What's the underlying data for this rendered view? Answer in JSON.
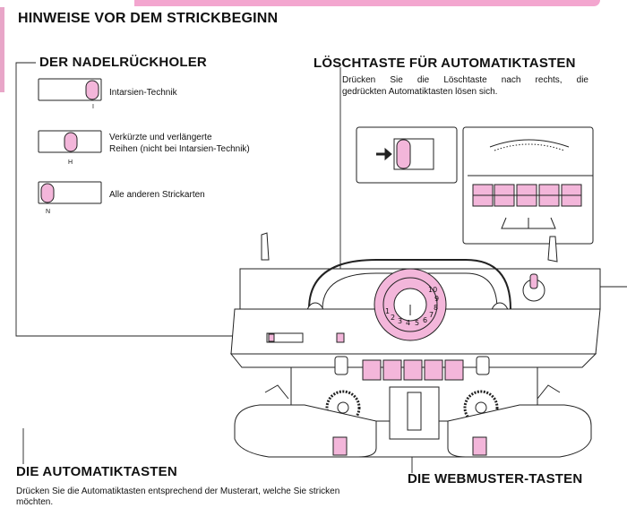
{
  "title": "HINWEISE VOR DEM STRICKBEGINN",
  "sections": {
    "nadelrueckholer": {
      "heading": "DER NADELRÜCKHOLER",
      "options": [
        {
          "label": "Intarsien-Technik",
          "pos": "I"
        },
        {
          "label_line1": "Verkürzte und verlängerte",
          "label_line2": "Reihen (nicht bei Intarsien-Technik)",
          "pos": "H"
        },
        {
          "label": "Alle anderen Strickarten",
          "pos": "N"
        }
      ]
    },
    "loeschtaste": {
      "heading": "LÖSCHTASTE FÜR AUTOMATIKTASTEN",
      "text_line1": "Drücken Sie die Löschtaste nach rechts, die",
      "text_line2": "gedrückten Automatiktasten lösen sich."
    },
    "automatiktasten": {
      "heading": "DIE AUTOMATIKTASTEN",
      "text_line1": "Drücken Sie die Automatiktasten entsprechend der Musterart, welche Sie stricken",
      "text_line2": "möchten."
    },
    "webmuster": {
      "heading": "DIE WEBMUSTER-TASTEN"
    }
  },
  "dial_numbers": [
    "1",
    "2",
    "3",
    "4",
    "5",
    "6",
    "7",
    "8",
    "9",
    "10"
  ],
  "colors": {
    "accent_pink": "#f3b6da",
    "band_pink": "#f3a6cf",
    "line": "#222222"
  }
}
